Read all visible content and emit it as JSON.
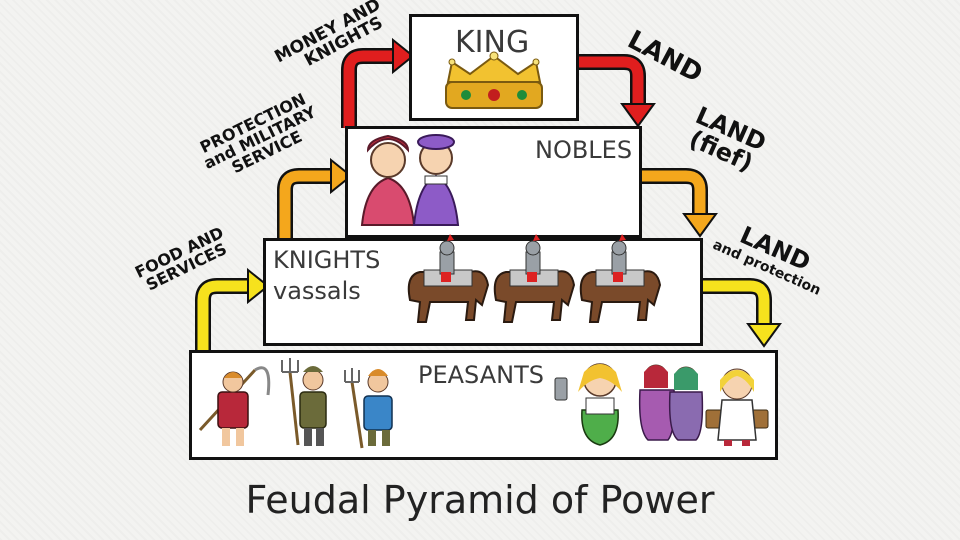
{
  "tiers": {
    "king": "KING",
    "nobles": "NOBLES",
    "knights_line1": "KNIGHTS",
    "knights_line2": "vassals",
    "peasants": "PEASANTS"
  },
  "up_labels": {
    "money_line1": "MONEY AND",
    "money_line2": "KNIGHTS",
    "protection_line1": "PROTECTION",
    "protection_line2": "and MILITARY",
    "protection_line3": "SERVICE",
    "food_line1": "FOOD AND",
    "food_line2": "SERVICES"
  },
  "down_labels": {
    "land1": "LAND",
    "land2_line1": "LAND",
    "land2_line2": "(fief)",
    "land3_line1": "LAND",
    "land3_line2": "and protection"
  },
  "title": "Feudal Pyramid of Power",
  "colors": {
    "red": "#e01e1e",
    "orange": "#f4a71c",
    "yellow": "#f6e21d"
  }
}
